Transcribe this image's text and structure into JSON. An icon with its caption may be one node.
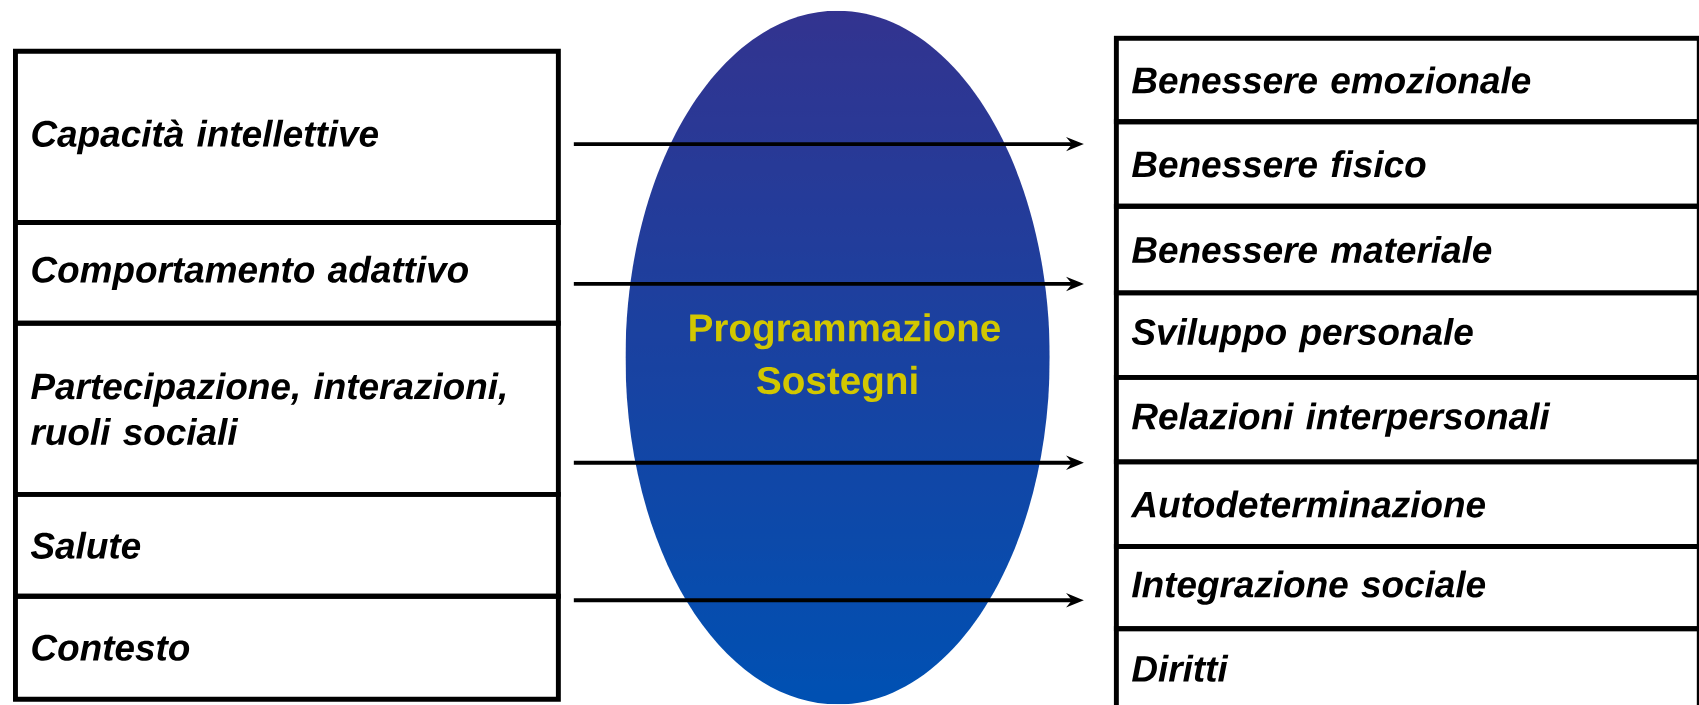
{
  "diagram": {
    "nodes": [
      {
        "text": [
          "Capacità intellettive"
        ]
      },
      {
        "text": [
          "Comportamento adattivo"
        ]
      },
      {
        "text": [
          "Partecipazione, interazioni, ruoli sociali"
        ]
      },
      {
        "text": [
          "Salute"
        ]
      },
      {
        "text": [
          "Contesto"
        ]
      },
      {
        "text": [
          "Programmazione Sostegni"
        ]
      },
      {
        "text": [
          "Benessere emozionale"
        ]
      },
      {
        "text": [
          "Benessere fisico"
        ]
      },
      {
        "text": [
          "Benessere materiale"
        ]
      },
      {
        "text": [
          "Sviluppo personale"
        ]
      },
      {
        "text": [
          "Relazioni interpersonali"
        ]
      },
      {
        "text": [
          "Autodeterminazione"
        ]
      },
      {
        "text": [
          "Integrazione sociale"
        ]
      },
      {
        "text": [
          "Diritti"
        ]
      }
    ],
    "edges": [
      {
        "from": 0,
        "to": 7,
        "arrow": "to"
      },
      {
        "from": 1,
        "to": 8,
        "arrow": "to"
      },
      {
        "from": 2,
        "to": 11,
        "arrow": "to"
      },
      {
        "from": 4,
        "to": 12,
        "arrow": "to"
      }
    ]
  }
}
